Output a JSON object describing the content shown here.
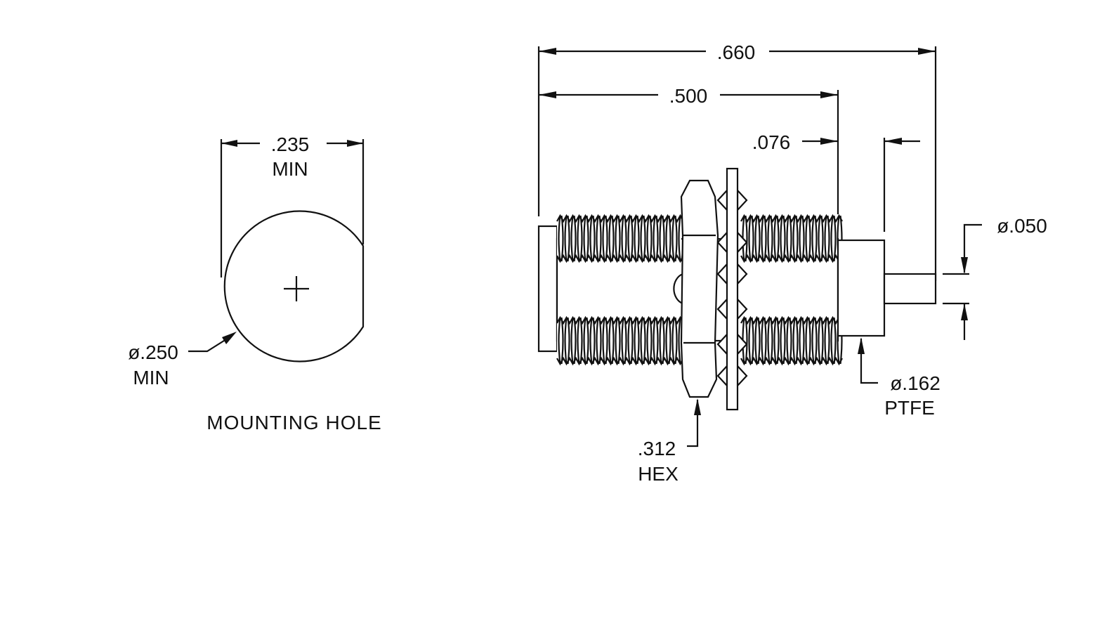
{
  "mounting_hole": {
    "title": "MOUNTING HOLE",
    "width_dim": ".235",
    "width_note": "MIN",
    "diameter_dim": "ø.250",
    "diameter_note": "MIN"
  },
  "connector": {
    "overall_length": ".660",
    "body_length": ".500",
    "pin_extension": ".076",
    "pin_diameter": "ø.050",
    "dielectric_diameter": "ø.162",
    "dielectric_material": "PTFE",
    "hex_size": ".312",
    "hex_note": "HEX"
  }
}
